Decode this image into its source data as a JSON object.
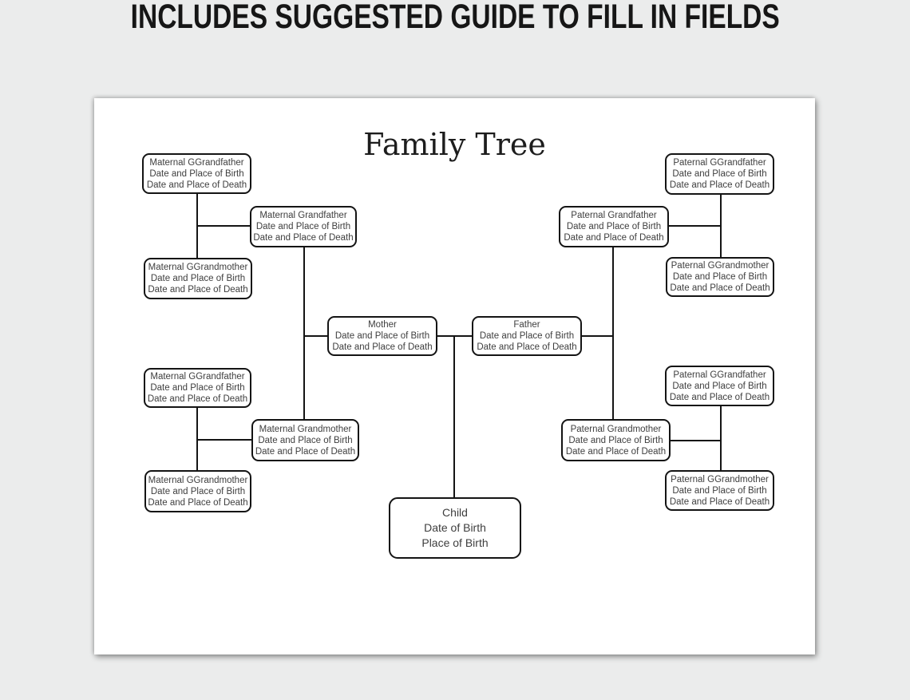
{
  "banner": "INCLUDES SUGGESTED GUIDE TO FILL IN FIELDS",
  "tree": {
    "title": "Family Tree",
    "nodes": {
      "maternal_ggrandfather_top": {
        "lines": [
          "Maternal GGrandfather",
          "Date and Place of Birth",
          "Date and Place of Death"
        ]
      },
      "maternal_grandfather": {
        "lines": [
          "Maternal Grandfather",
          "Date and Place of Birth",
          "Date and Place of Death"
        ]
      },
      "maternal_ggrandmother_top": {
        "lines": [
          "Maternal GGrandmother",
          "Date and Place of Birth",
          "Date and Place of Death"
        ]
      },
      "mother": {
        "lines": [
          "Mother",
          "Date and Place of Birth",
          "Date and Place of Death"
        ]
      },
      "father": {
        "lines": [
          "Father",
          "Date and Place of Birth",
          "Date and Place of Death"
        ]
      },
      "paternal_grandfather": {
        "lines": [
          "Paternal Grandfather",
          "Date and Place of Birth",
          "Date and Place of Death"
        ]
      },
      "paternal_ggrandfather_top": {
        "lines": [
          "Paternal GGrandfather",
          "Date and Place of Birth",
          "Date and Place of Death"
        ]
      },
      "paternal_ggrandmother_top": {
        "lines": [
          "Paternal GGrandmother",
          "Date and Place of Birth",
          "Date and Place of Death"
        ]
      },
      "maternal_ggrandfather_bottom": {
        "lines": [
          "Maternal GGrandfather",
          "Date and Place of Birth",
          "Date and Place of Death"
        ]
      },
      "maternal_grandmother": {
        "lines": [
          "Maternal Grandmother",
          "Date and Place of Birth",
          "Date and Place of Death"
        ]
      },
      "maternal_ggrandmother_bottom": {
        "lines": [
          "Maternal GGrandmother",
          "Date and Place of Birth",
          "Date and Place of Death"
        ]
      },
      "paternal_ggrandfather_bottom": {
        "lines": [
          "Paternal GGrandfather",
          "Date and Place of Birth",
          "Date and Place of Death"
        ]
      },
      "paternal_grandmother": {
        "lines": [
          "Paternal Grandmother",
          "Date and Place of Birth",
          "Date and Place of Death"
        ]
      },
      "paternal_ggrandmother_bottom": {
        "lines": [
          "Paternal GGrandmother",
          "Date and Place of Birth",
          "Date and Place of Death"
        ]
      },
      "child": {
        "lines": [
          "Child",
          "Date of Birth",
          "Place of Birth"
        ]
      }
    }
  },
  "colors": {
    "canvas_bg": "#ebecec",
    "page_bg": "#ffffff",
    "line": "#141414",
    "box_border": "#141414",
    "box_text": "#3e3e3e",
    "banner_text": "#161616",
    "title_text": "#1d1d1d"
  }
}
